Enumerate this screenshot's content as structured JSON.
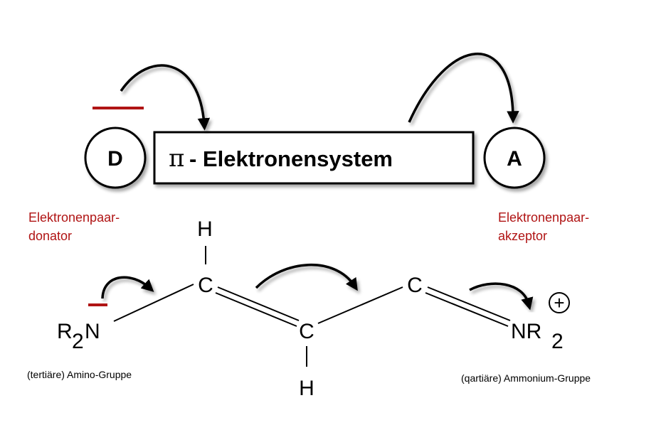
{
  "top": {
    "donor_letter": "D",
    "pi_symbol": "π",
    "system_label": "- Elektronensystem",
    "acceptor_letter": "A",
    "donor_caption": [
      "Elektronenpaar-",
      "donator"
    ],
    "acceptor_caption": [
      "Elektronenpaar-",
      "akzeptor"
    ]
  },
  "molecule": {
    "h_top": "H",
    "c1": "C",
    "c2": "C",
    "c3": "C",
    "h_bottom": "H",
    "r_left": "R",
    "sub_left": "2",
    "n_left": "N",
    "nr_right": "NR",
    "sub_right": "2",
    "charge": "+",
    "caption_left": "(tertiäre) Amino-Gruppe",
    "caption_right": "(qartiäre) Ammonium-Gruppe"
  },
  "colors": {
    "accent_red": "#b01414",
    "ink": "#000000"
  }
}
